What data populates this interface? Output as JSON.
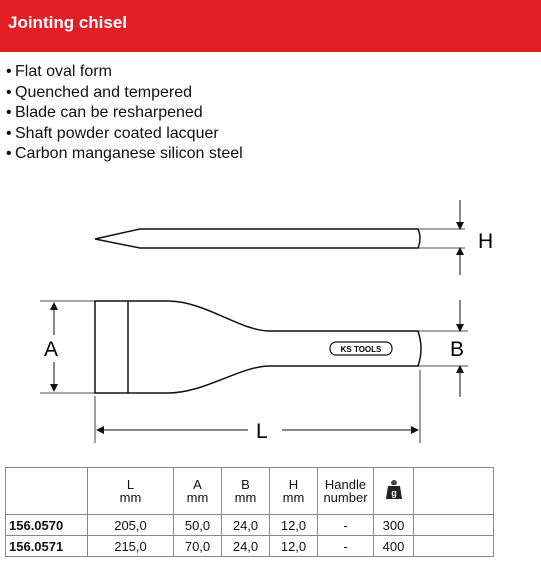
{
  "header": {
    "title": "Jointing chisel"
  },
  "features": [
    "Flat oval form",
    "Quenched and tempered",
    "Blade can be resharpened",
    "Shaft powder coated lacquer",
    "Carbon manganese silicon steel"
  ],
  "drawing": {
    "label_h": "H",
    "label_a": "A",
    "label_b": "B",
    "label_l": "L",
    "brand": "KS TOOLS"
  },
  "table": {
    "headers": {
      "l": "L",
      "l_unit": "mm",
      "a": "A",
      "a_unit": "mm",
      "b": "B",
      "b_unit": "mm",
      "h": "H",
      "h_unit": "mm",
      "handle_1": "Handle",
      "handle_2": "number",
      "weight_icon": "g"
    },
    "rows": [
      {
        "code": "156.0570",
        "l": "205,0",
        "a": "50,0",
        "b": "24,0",
        "h": "12,0",
        "handle": "-",
        "weight": "300"
      },
      {
        "code": "156.0571",
        "l": "215,0",
        "a": "70,0",
        "b": "24,0",
        "h": "12,0",
        "handle": "-",
        "weight": "400"
      }
    ]
  },
  "colors": {
    "accent": "#e31e24"
  }
}
